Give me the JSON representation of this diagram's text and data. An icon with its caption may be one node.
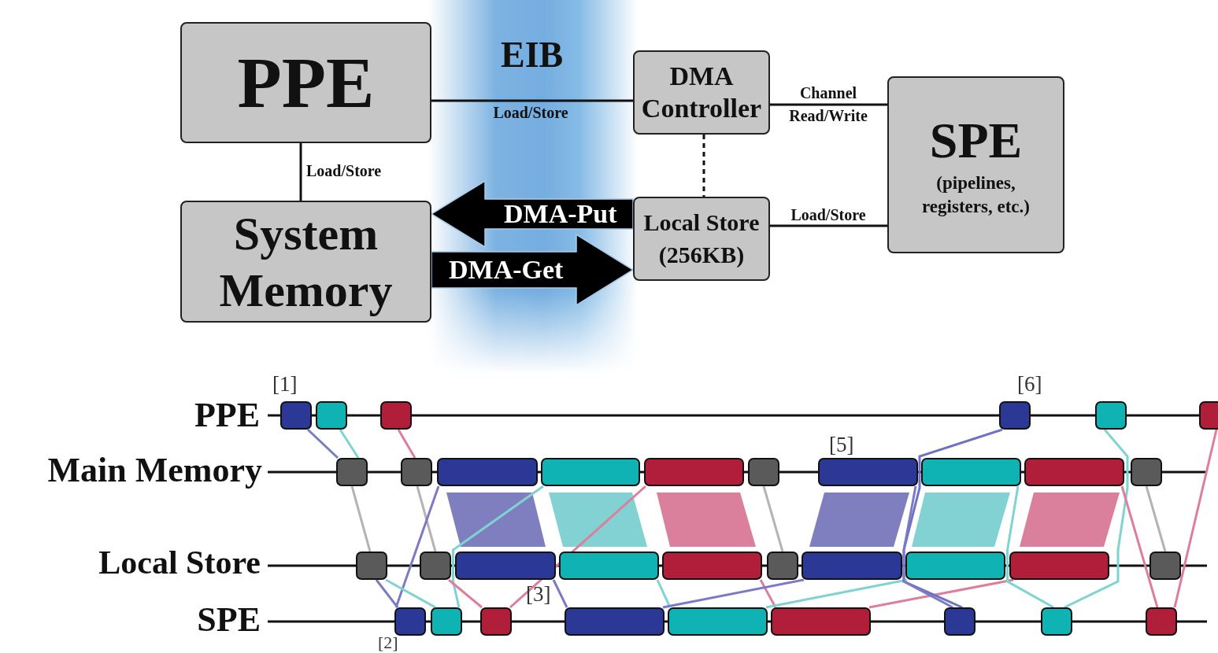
{
  "diagram": {
    "nodes": [
      {
        "text": [
          "PPE"
        ]
      },
      {
        "text": [
          "DMA Controller"
        ]
      },
      {
        "text": [
          "SPE",
          "(pipelines, registers, etc.)"
        ]
      },
      {
        "text": [
          "System Memory"
        ]
      },
      {
        "text": [
          "Local Store (256KB)"
        ]
      },
      {
        "text": [],
        "shape": "box"
      },
      {
        "text": [],
        "shape": "box"
      },
      {
        "text": [],
        "shape": "box"
      },
      {
        "text": [],
        "shape": "box"
      },
      {
        "text": [],
        "shape": "box"
      },
      {
        "text": [],
        "shape": "box"
      },
      {
        "text": [],
        "shape": "box"
      },
      {
        "text": [],
        "shape": "box"
      },
      {
        "text": [],
        "shape": "box"
      },
      {
        "text": [],
        "shape": "box"
      },
      {
        "text": [],
        "shape": "box"
      },
      {
        "text": [],
        "shape": "box"
      },
      {
        "text": [],
        "shape": "box"
      },
      {
        "text": [],
        "shape": "box"
      },
      {
        "text": [],
        "shape": "box"
      },
      {
        "text": [],
        "shape": "box"
      },
      {
        "text": [],
        "shape": "box"
      },
      {
        "text": [],
        "shape": "box"
      },
      {
        "text": [],
        "shape": "box"
      },
      {
        "text": [],
        "shape": "box"
      },
      {
        "text": [],
        "shape": "box"
      },
      {
        "text": [],
        "shape": "box"
      },
      {
        "text": [],
        "shape": "box"
      },
      {
        "text": [],
        "shape": "box"
      },
      {
        "text": [],
        "shape": "box"
      },
      {
        "text": [],
        "shape": "box"
      },
      {
        "text": [],
        "shape": "box"
      },
      {
        "text": [],
        "shape": "box"
      },
      {
        "text": [],
        "shape": "box"
      },
      {
        "text": [],
        "shape": "box"
      },
      {
        "text": [],
        "shape": "box"
      },
      {
        "text": [],
        "shape": "box"
      },
      {
        "text": [],
        "shape": "box"
      },
      {
        "text": [],
        "shape": "box"
      },
      {
        "text": [],
        "shape": "box"
      }
    ],
    "edges": [
      {
        "from": 0,
        "to": 1,
        "arrow": "none",
        "label": "Load/Store",
        "color": "#111111"
      },
      {
        "from": 0,
        "to": 3,
        "arrow": "none",
        "label": "Load/Store",
        "color": "#111111"
      },
      {
        "from": 1,
        "to": 2,
        "arrow": "none",
        "label": "Channel Read/Write",
        "color": "#111111"
      },
      {
        "from": 1,
        "to": 4,
        "arrow": "none",
        "style": "dashed",
        "color": "#111111"
      },
      {
        "from": 4,
        "to": 2,
        "arrow": "none",
        "label": "Load/Store",
        "color": "#111111"
      },
      {
        "from": 4,
        "to": 3,
        "arrow": "to",
        "label": "DMA-Put",
        "style": "thick",
        "color": "#000000"
      },
      {
        "from": 3,
        "to": 4,
        "arrow": "to",
        "label": "DMA-Get",
        "style": "thick",
        "color": "#000000"
      },
      {
        "from": 5,
        "to": 11,
        "arrow": "none",
        "color": "#7b7bc4"
      },
      {
        "from": 6,
        "to": 11,
        "arrow": "none",
        "color": "#7fd3d3"
      },
      {
        "from": 7,
        "to": 12,
        "arrow": "none",
        "color": "#dc7e9c"
      },
      {
        "from": 11,
        "to": 21,
        "arrow": "none",
        "color": "#b4b4b4"
      },
      {
        "from": 12,
        "to": 22,
        "arrow": "none",
        "color": "#b4b4b4"
      },
      {
        "from": 13,
        "to": 31,
        "arrow": "none",
        "color": "#7b7bc4"
      },
      {
        "from": 14,
        "to": 32,
        "arrow": "none",
        "color": "#7fd3d3"
      },
      {
        "from": 15,
        "to": 33,
        "arrow": "none",
        "color": "#dc7e9c"
      },
      {
        "from": 21,
        "to": 31,
        "arrow": "none",
        "color": "#7b7bc4"
      },
      {
        "from": 21,
        "to": 32,
        "arrow": "none",
        "color": "#7fd3d3"
      },
      {
        "from": 22,
        "to": 33,
        "arrow": "none",
        "color": "#dc7e9c"
      },
      {
        "from": 23,
        "to": 34,
        "arrow": "none",
        "color": "#7b7bc4"
      },
      {
        "from": 24,
        "to": 35,
        "arrow": "none",
        "color": "#7fd3d3"
      },
      {
        "from": 25,
        "to": 36,
        "arrow": "none",
        "color": "#dc7e9c"
      },
      {
        "from": 27,
        "to": 34,
        "arrow": "none",
        "color": "#7b7bc4"
      },
      {
        "from": 28,
        "to": 35,
        "arrow": "none",
        "color": "#7fd3d3"
      },
      {
        "from": 29,
        "to": 36,
        "arrow": "none",
        "color": "#dc7e9c"
      },
      {
        "from": 8,
        "to": 37,
        "arrow": "none",
        "color": "#6e72c4"
      },
      {
        "from": 17,
        "to": 37,
        "arrow": "none",
        "color": "#7b7bc4"
      },
      {
        "from": 9,
        "to": 38,
        "arrow": "none",
        "color": "#7fd3d3"
      },
      {
        "from": 18,
        "to": 38,
        "arrow": "none",
        "color": "#7fd3d3"
      },
      {
        "from": 10,
        "to": 39,
        "arrow": "none",
        "color": "#dc7e9c"
      },
      {
        "from": 19,
        "to": 39,
        "arrow": "none",
        "color": "#dc7e9c"
      },
      {
        "from": 16,
        "to": 26,
        "arrow": "none",
        "color": "#b4b4b4"
      },
      {
        "from": 20,
        "to": 30,
        "arrow": "none",
        "color": "#b4b4b4"
      }
    ],
    "labels": [
      "EIB",
      "[1]",
      "[6]",
      "PPE",
      "[5]",
      "Main Memory",
      "Local Store",
      "[3]",
      "SPE",
      "[2]"
    ]
  }
}
